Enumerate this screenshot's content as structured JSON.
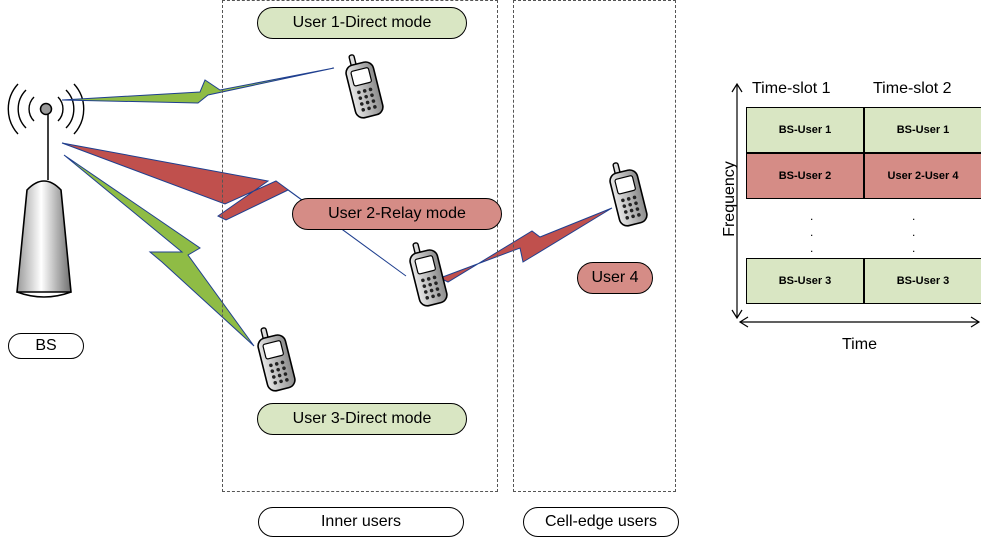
{
  "diagram": {
    "base_station_label": "BS",
    "users": [
      {
        "label": "User  1-Direct mode",
        "mode": "direct",
        "color": "#d9e6c3"
      },
      {
        "label": "User  2-Relay mode",
        "mode": "relay",
        "color": "#d58c86"
      },
      {
        "label": "User  3-Direct mode",
        "mode": "direct",
        "color": "#d9e6c3"
      },
      {
        "label": "User 4",
        "mode": "cell-edge",
        "color": "#d58c86"
      }
    ],
    "regions": [
      {
        "label": "Inner users"
      },
      {
        "label": "Cell-edge users"
      }
    ],
    "link_colors": {
      "direct": "#8fbc45",
      "relay": "#c0504d",
      "outline": "#1f3f8f"
    }
  },
  "resource_table": {
    "columns": [
      "Time-slot 1",
      "Time-slot 2"
    ],
    "rows": [
      {
        "cells": [
          "BS-User 1",
          "BS-User 1"
        ],
        "color": "#d9e6c3"
      },
      {
        "cells": [
          "BS-User 2",
          "User 2-User 4"
        ],
        "color": "#d58c86"
      },
      {
        "cells": [
          "BS-User 3",
          "BS-User 3"
        ],
        "color": "#d9e6c3"
      }
    ],
    "ellipsis": ".",
    "y_axis_label": "Frequency",
    "x_axis_label": "Time"
  }
}
